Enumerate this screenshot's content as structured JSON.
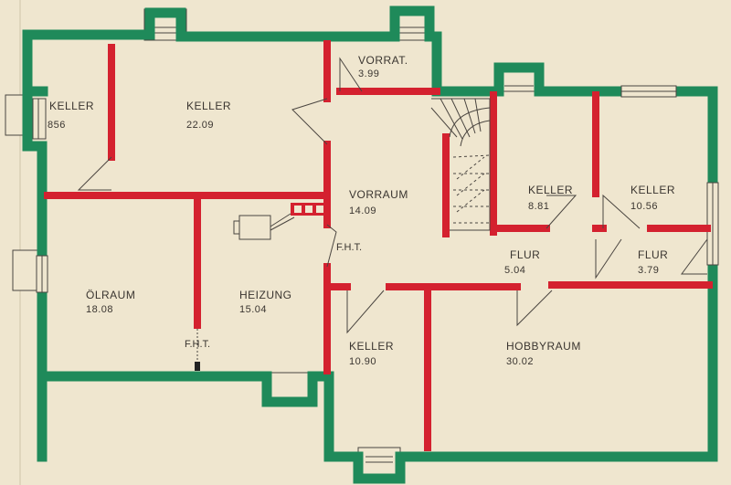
{
  "plan": {
    "colors": {
      "background": "#efe6cf",
      "exterior_wall": "#1f8a5a",
      "interior_wall": "#d4212f",
      "line": "#4a4540"
    },
    "rooms": [
      {
        "id": "keller-a",
        "label": "KELLER",
        "area": "856"
      },
      {
        "id": "keller-b",
        "label": "KELLER",
        "area": "22.09"
      },
      {
        "id": "vorrat",
        "label": "VORRAT.",
        "area": "3.99"
      },
      {
        "id": "vorraum",
        "label": "VORRAUM",
        "area": "14.09"
      },
      {
        "id": "keller-c",
        "label": "KELLER",
        "area": "8.81"
      },
      {
        "id": "keller-d",
        "label": "KELLER",
        "area": "10.56"
      },
      {
        "id": "flur-a",
        "label": "FLUR",
        "area": "5.04"
      },
      {
        "id": "flur-b",
        "label": "FLUR",
        "area": "3.79"
      },
      {
        "id": "oelraum",
        "label": "ÖLRAUM",
        "area": "18.08"
      },
      {
        "id": "heizung",
        "label": "HEIZUNG",
        "area": "15.04"
      },
      {
        "id": "keller-e",
        "label": "KELLER",
        "area": "10.90"
      },
      {
        "id": "hobbyraum",
        "label": "HOBBYRAUM",
        "area": "30.02"
      }
    ],
    "markers": [
      {
        "id": "fht-a",
        "label": "F.H.T."
      },
      {
        "id": "fht-b",
        "label": "F.H.T."
      }
    ]
  }
}
